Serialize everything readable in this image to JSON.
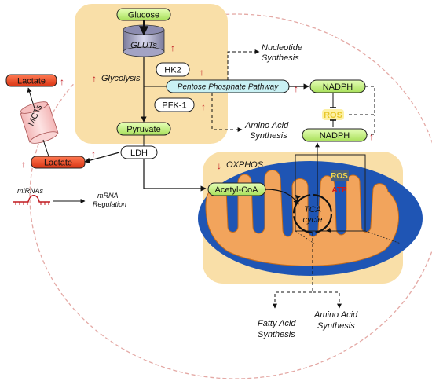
{
  "nodes": {
    "glucose": "Glucose",
    "gluts": "GLUTs",
    "hk2": "HK2",
    "glycolysis": "Glycolysis",
    "pfk1": "PFK-1",
    "pyruvate": "Pyruvate",
    "ldh": "LDH",
    "lactate_in": "Lactate",
    "lactate_out": "Lactate",
    "mcts": "MCTs",
    "ppp": "Pentose Phosphate Pathway",
    "nadph_top": "NADPH",
    "nadph_bottom": "NADPH",
    "ros_cyto": "ROS",
    "nucleotide_1": "Nucleotide",
    "nucleotide_2": "Synthesis",
    "amino_top_1": "Amino Acid",
    "amino_top_2": "Synthesis",
    "oxphos": "OXPHOS",
    "acetyl_coa": "Acetyl-CoA",
    "ros_mito": "ROS",
    "atp": "ATP",
    "tca_1": "TCA",
    "tca_2": "cycle",
    "fatty_1": "Fatty Acid",
    "fatty_2": "Synthesis",
    "amino_bottom_1": "Amino Acid",
    "amino_bottom_2": "Synthesis",
    "mirnas": "miRNAs",
    "mrna_1": "mRNA",
    "mrna_2": "Regulation"
  },
  "colors": {
    "green_box": "#c6f08a",
    "peach_region": "#f9dfa8",
    "mito_blue": "#1f55b4",
    "mito_orange": "#f2a45c",
    "lactate_red": "#e8472b",
    "ppp_cyan": "#c9f1f4",
    "ros_yellow": "#fdf1a6",
    "arrow_red": "#c0181f"
  }
}
